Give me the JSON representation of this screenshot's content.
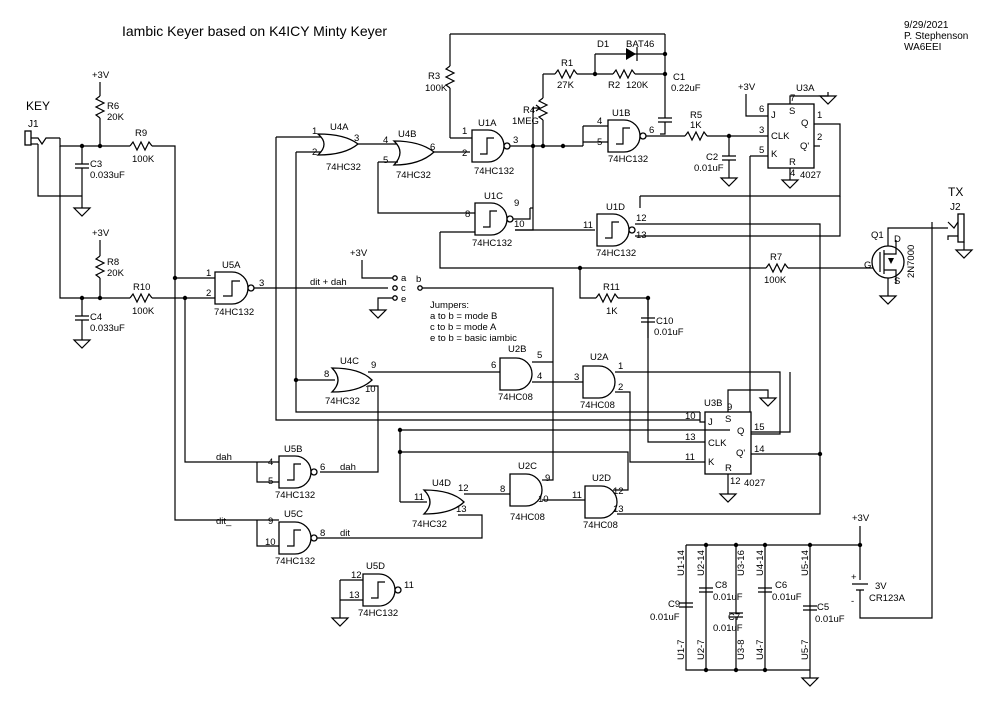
{
  "title": "Iambic Keyer based on K4ICY Minty Keyer",
  "header": {
    "date": "9/29/2021",
    "author": "P. Stephenson",
    "callsign": "WA6EEI"
  },
  "connectors": {
    "key_label": "KEY",
    "j1": "J1",
    "tx_label": "TX",
    "j2": "J2"
  },
  "supply": {
    "v3": "+3V"
  },
  "resistors": {
    "r1": {
      "ref": "R1",
      "val": "27K"
    },
    "r2": {
      "ref": "R2",
      "val": "120K"
    },
    "r3": {
      "ref": "R3",
      "val": "100K"
    },
    "r4": {
      "ref": "R4",
      "val": "1MEG"
    },
    "r5": {
      "ref": "R5",
      "val": "1K"
    },
    "r6": {
      "ref": "R6",
      "val": "20K"
    },
    "r7": {
      "ref": "R7",
      "val": "100K"
    },
    "r8": {
      "ref": "R8",
      "val": "20K"
    },
    "r9": {
      "ref": "R9",
      "val": "100K"
    },
    "r10": {
      "ref": "R10",
      "val": "100K"
    },
    "r11": {
      "ref": "R11",
      "val": "1K"
    }
  },
  "capacitors": {
    "c1": {
      "ref": "C1",
      "val": "0.22uF"
    },
    "c2": {
      "ref": "C2",
      "val": "0.01uF"
    },
    "c3": {
      "ref": "C3",
      "val": "0.033uF"
    },
    "c4": {
      "ref": "C4",
      "val": "0.033uF"
    },
    "c5": {
      "ref": "C5",
      "val": "0.01uF"
    },
    "c6": {
      "ref": "C6",
      "val": "0.01uF"
    },
    "c7": {
      "ref": "C7",
      "val": "0.01uF"
    },
    "c8": {
      "ref": "C8",
      "val": "0.01uF"
    },
    "c9": {
      "ref": "C9",
      "val": "0.01uF"
    },
    "c10": {
      "ref": "C10",
      "val": "0.01uF"
    }
  },
  "diode": {
    "ref": "D1",
    "val": "BAT46"
  },
  "transistor": {
    "ref": "Q1",
    "val": "2N7000",
    "d": "D",
    "g": "G",
    "s": "S"
  },
  "battery": {
    "ref": "3V",
    "val": "CR123A",
    "plus": "+",
    "minus": "-"
  },
  "parts": {
    "hc132": "74HC132",
    "hc32": "74HC32",
    "hc08": "74HC08",
    "cd4027": "4027"
  },
  "gates": {
    "u1a": "U1A",
    "u1b": "U1B",
    "u1c": "U1C",
    "u1d": "U1D",
    "u2a": "U2A",
    "u2b": "U2B",
    "u2c": "U2C",
    "u2d": "U2D",
    "u4a": "U4A",
    "u4b": "U4B",
    "u4c": "U4C",
    "u4d": "U4D",
    "u5a": "U5A",
    "u5b": "U5B",
    "u5c": "U5C",
    "u5d": "U5D",
    "u3a": "U3A",
    "u3b": "U3B"
  },
  "ff": {
    "s": "S",
    "r": "R",
    "j": "J",
    "k": "K",
    "clk": "CLK",
    "q": "Q",
    "qn": "Q'"
  },
  "nets": {
    "dit_dah": "dit + dah",
    "dah_in": "dah_",
    "dah": "dah",
    "dit_in": "dit_",
    "dit": "dit"
  },
  "jumpers": {
    "pins": {
      "a": "a",
      "b": "b",
      "c": "c",
      "e": "e"
    },
    "heading": "Jumpers:",
    "lines": [
      "a to b = mode B",
      "c to b = mode A",
      "e to b = basic iambic"
    ]
  },
  "pins": {
    "u4a": [
      "1",
      "2",
      "3"
    ],
    "u4b": [
      "4",
      "5",
      "6"
    ],
    "u4c": [
      "8",
      "9",
      "10"
    ],
    "u4d": [
      "11",
      "12",
      "13"
    ],
    "u1a": [
      "1",
      "2",
      "3"
    ],
    "u1b": [
      "4",
      "5",
      "6"
    ],
    "u1c": [
      "8",
      "9",
      "10"
    ],
    "u1d": [
      "11",
      "12",
      "13"
    ],
    "u5a": [
      "1",
      "2",
      "3"
    ],
    "u5b": [
      "4",
      "5",
      "6"
    ],
    "u5c": [
      "9",
      "10",
      "8"
    ],
    "u5d": [
      "12",
      "13",
      "11"
    ],
    "u2a": [
      "3",
      "2",
      "1"
    ],
    "u2b": [
      "6",
      "4",
      "5"
    ],
    "u2c": [
      "8",
      "10",
      "9"
    ],
    "u2d": [
      "11",
      "13",
      "12"
    ],
    "u3a": {
      "s": "7",
      "j": "6",
      "clk": "3",
      "k": "5",
      "r": "4",
      "q": "1",
      "qn": "2"
    },
    "u3b": {
      "s": "9",
      "j": "10",
      "clk": "13",
      "k": "11",
      "r": "12",
      "q": "15",
      "qn": "14"
    }
  },
  "power_pins": {
    "top": [
      "U1-14",
      "U2-14",
      "U3-16",
      "U4-14",
      "U5-14"
    ],
    "bottom": [
      "U1-7",
      "U2-7",
      "U3-8",
      "U4-7",
      "U5-7"
    ]
  }
}
